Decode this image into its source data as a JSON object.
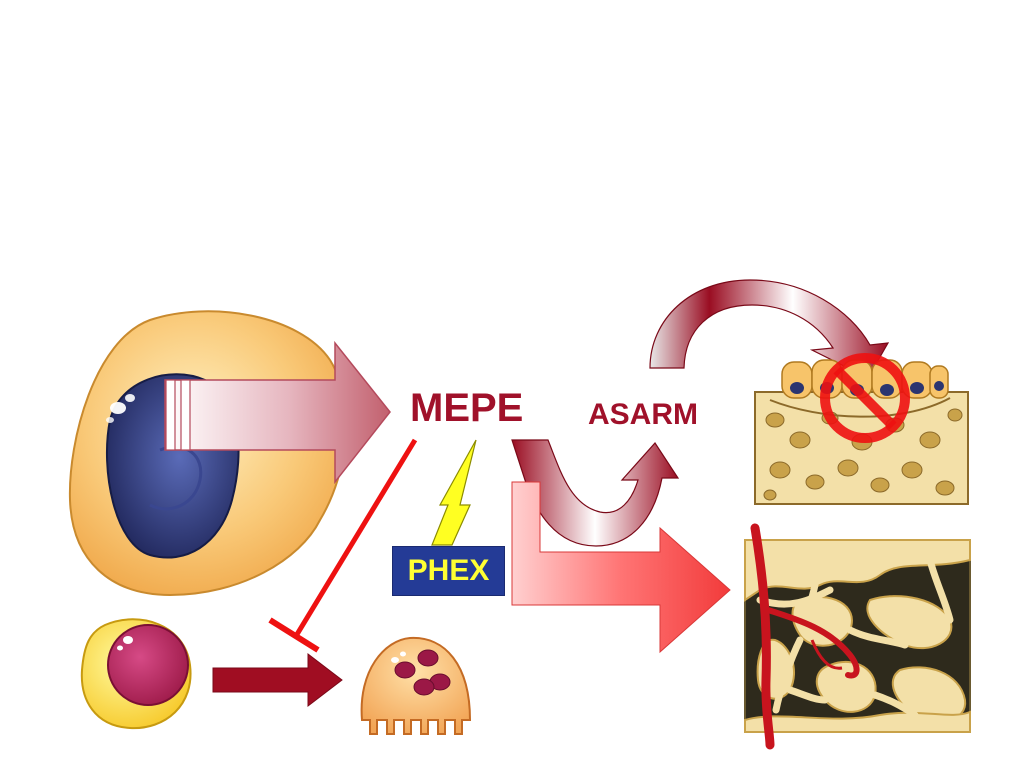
{
  "labels": {
    "mepe": "MEPE",
    "asarm": "ASARM",
    "phex": "PHEX"
  },
  "colors": {
    "label_red": "#a0112a",
    "inhibit_red": "#ee1111",
    "phex_box": "#243b96",
    "phex_text": "#ffff33",
    "lightning": "#ffff22",
    "cell_body": "#f7c46a",
    "nucleus": "#2b3570",
    "bone": "#f3e0a8",
    "vessel": "#c8141e"
  },
  "icons": {
    "osteocyte": "osteocyte-cell-icon",
    "precursor": "precursor-cell-icon",
    "osteoclast": "osteoclast-cell-icon",
    "mineralization": "bone-mineralization-icon",
    "trabecular": "trabecular-bone-icon",
    "prohibited": "prohibited-icon"
  }
}
